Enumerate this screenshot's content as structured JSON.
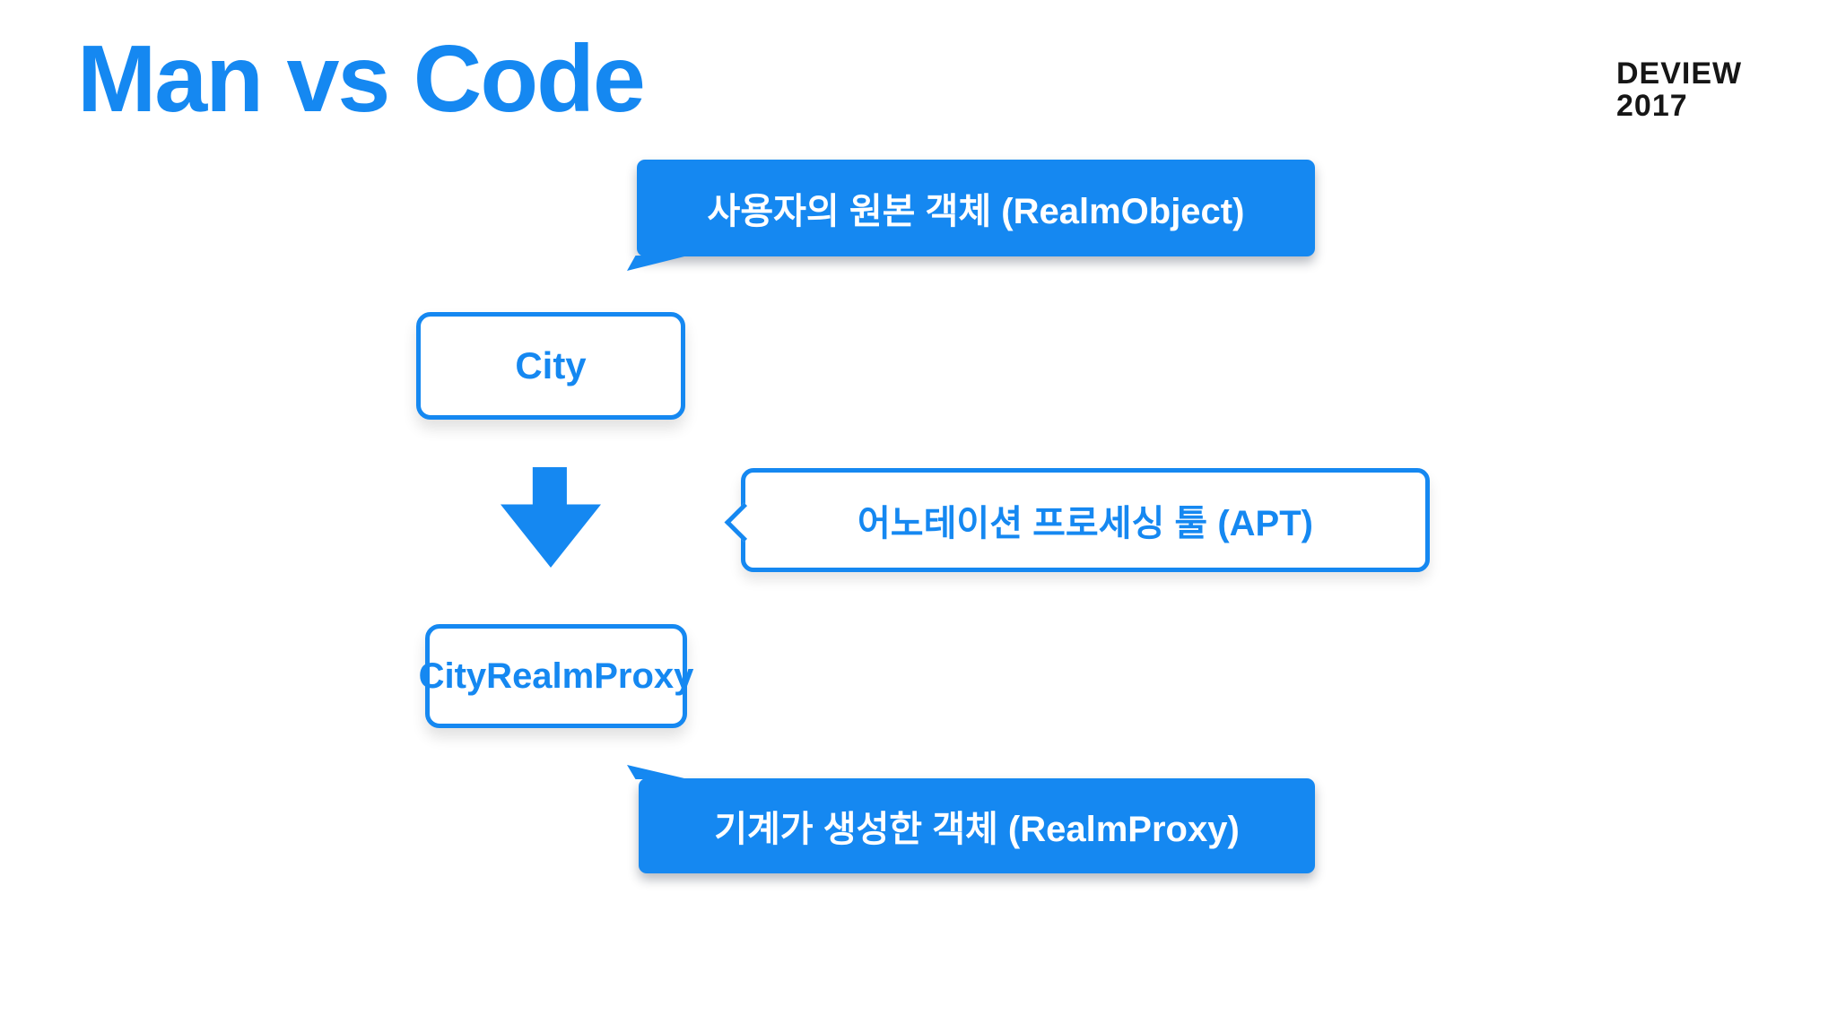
{
  "slide": {
    "title": "Man vs Code",
    "logo": {
      "line1": "DEVIEW",
      "line2": "2017"
    }
  },
  "diagram": {
    "bubble_top": {
      "text": "사용자의 원본 객체 (RealmObject)"
    },
    "city_box": {
      "label": "City"
    },
    "arrow": {
      "icon": "down-arrow"
    },
    "apt_bubble": {
      "text": "어노테이션 프로세싱 툴 (APT)"
    },
    "proxy_box": {
      "label": "CityRealmProxy"
    },
    "bubble_bottom": {
      "text": "기계가 생성한 객체 (RealmProxy)"
    }
  },
  "colors": {
    "accent_blue": "#1588F1",
    "text_on_blue": "#FFFFFF",
    "logo_black": "#161616",
    "background": "#FFFFFF"
  }
}
